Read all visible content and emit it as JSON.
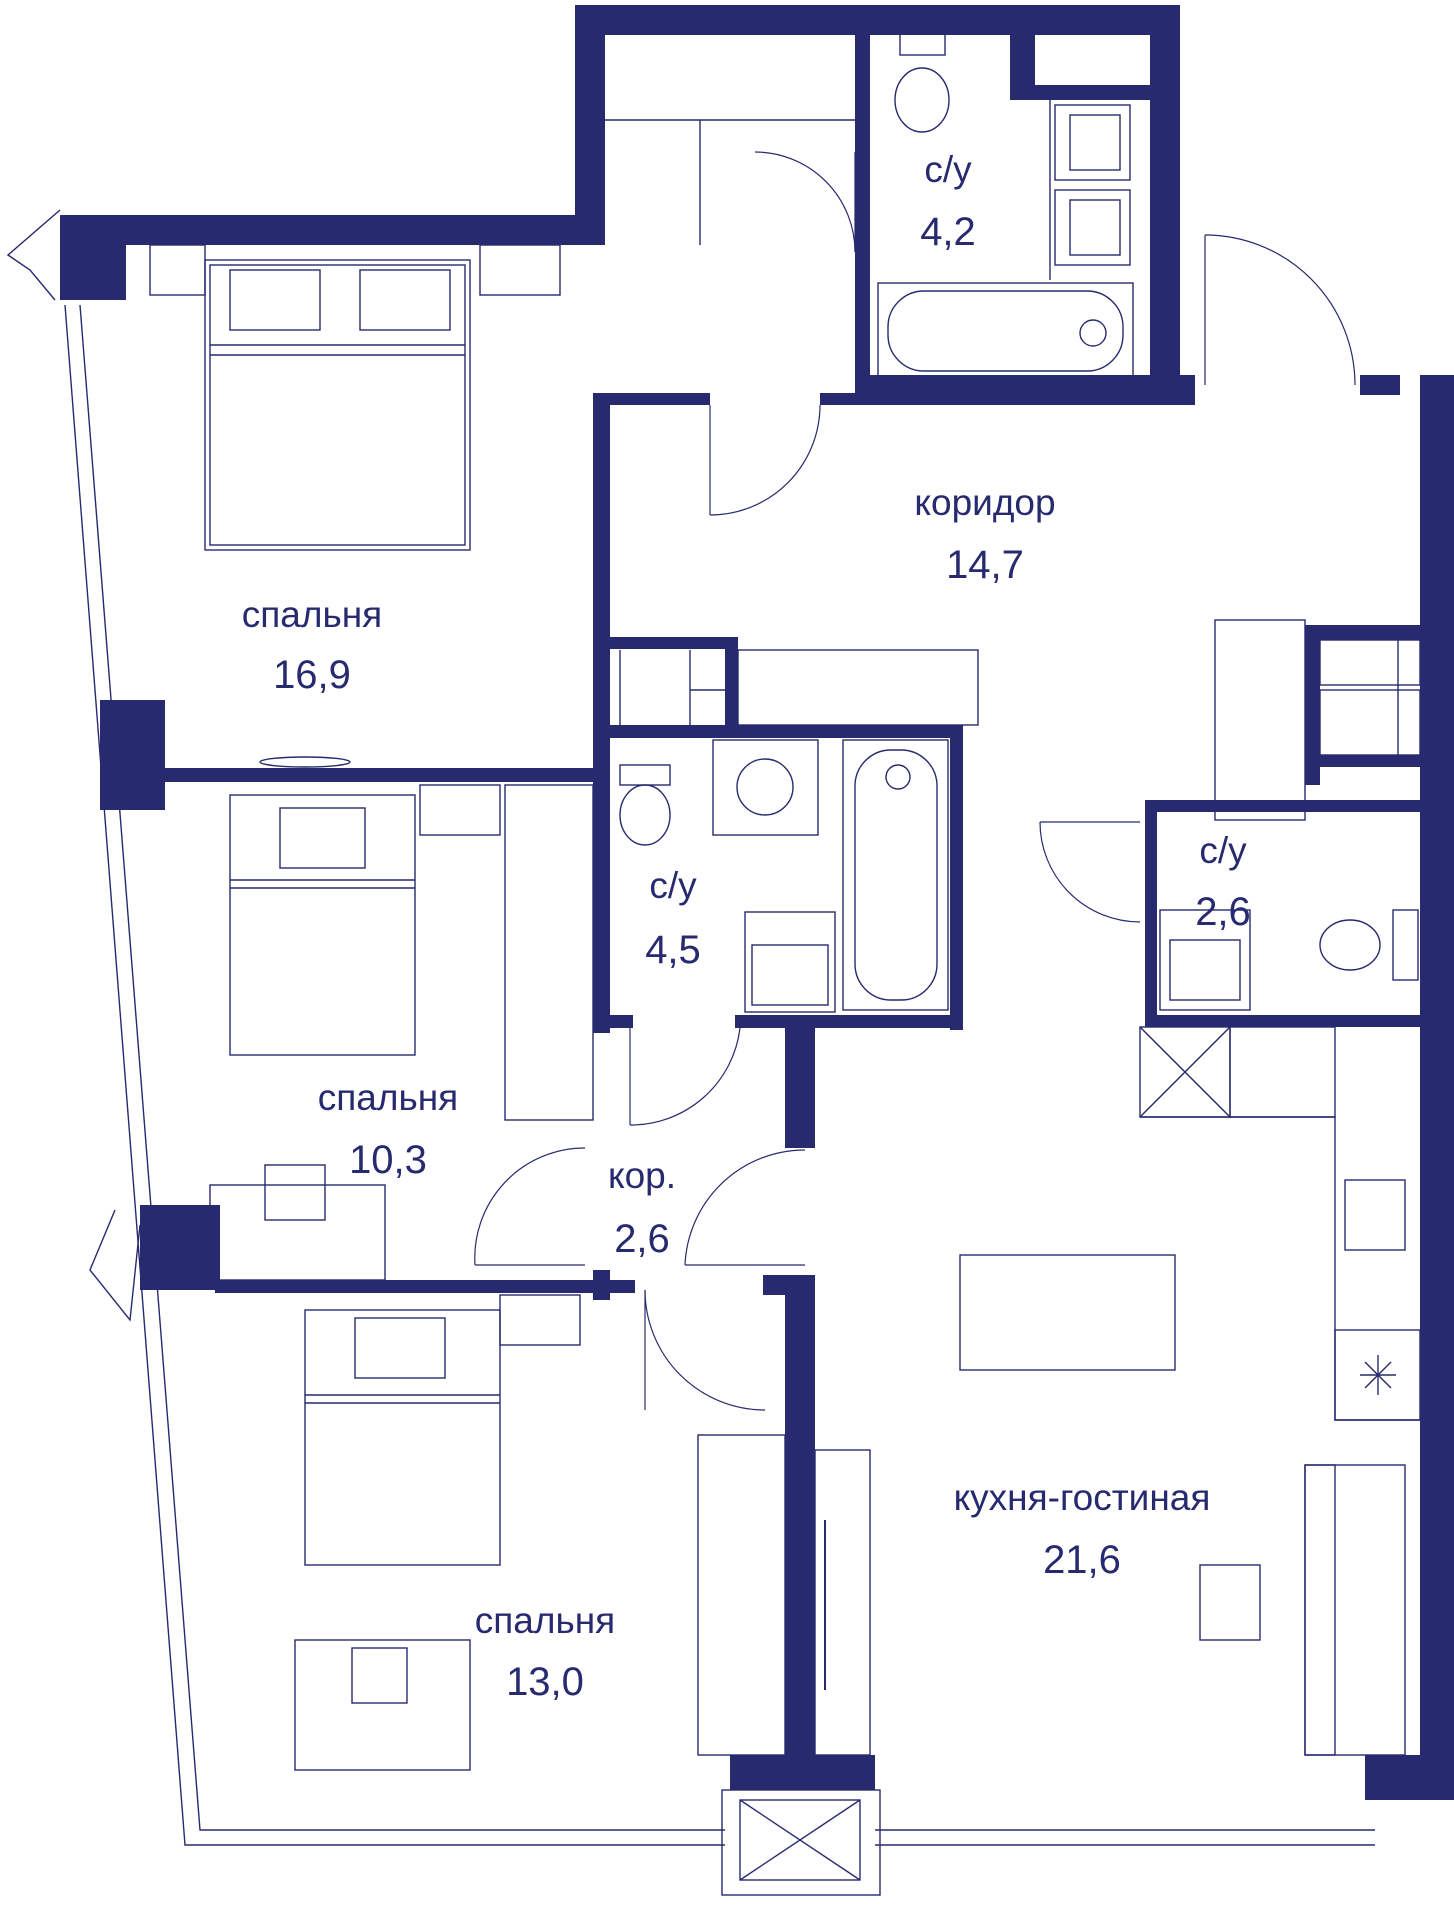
{
  "plan": {
    "colors": {
      "wall": "#272a6e",
      "background": "#ffffff"
    },
    "rooms": [
      {
        "id": "bedroom-1",
        "name": "спальня",
        "area": "16,9"
      },
      {
        "id": "bathroom-1",
        "name": "с/у",
        "area": "4,2"
      },
      {
        "id": "corridor",
        "name": "коридор",
        "area": "14,7"
      },
      {
        "id": "bathroom-2",
        "name": "с/у",
        "area": "4,5"
      },
      {
        "id": "bathroom-3",
        "name": "с/у",
        "area": "2,6"
      },
      {
        "id": "bedroom-2",
        "name": "спальня",
        "area": "10,3"
      },
      {
        "id": "hall",
        "name": "кор.",
        "area": "2,6"
      },
      {
        "id": "kitchen-living",
        "name": "кухня-гостиная",
        "area": "21,6"
      },
      {
        "id": "bedroom-3",
        "name": "спальня",
        "area": "13,0"
      }
    ]
  }
}
